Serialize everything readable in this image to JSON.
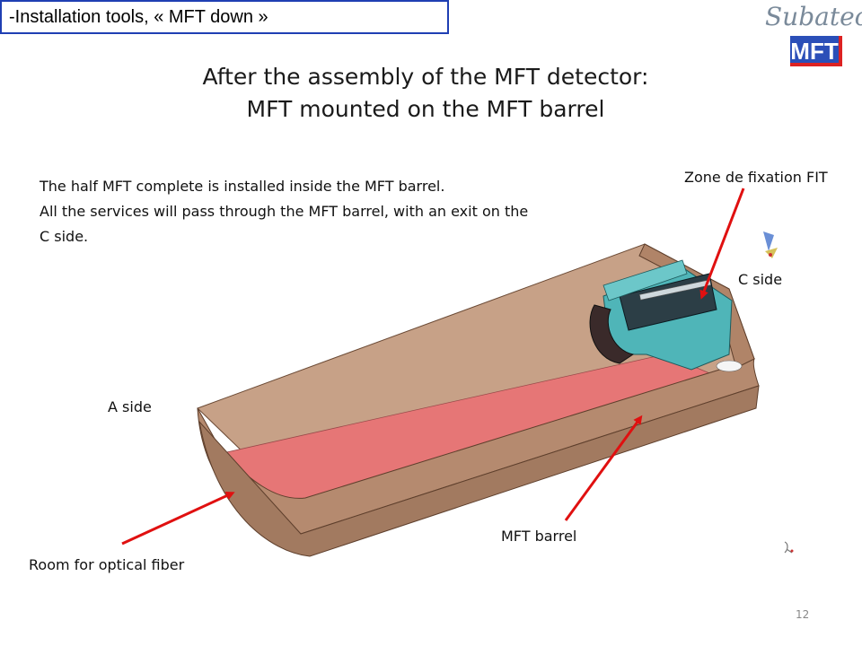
{
  "header": {
    "section_label": "-Installation tools, « MFT down »"
  },
  "logos": {
    "subatech_text": "Subatech",
    "mft_text": "MFT"
  },
  "title": {
    "line1": "After the assembly of the MFT detector:",
    "line2": "MFT mounted on the MFT barrel"
  },
  "body": {
    "line1": "The half MFT complete is installed inside the MFT barrel.",
    "line2": "All the services will pass through the MFT barrel, with an exit on the",
    "line3": "C side."
  },
  "labels": {
    "zone_fixation": "Zone de fixation FIT",
    "c_side": "C side",
    "a_side": "A side",
    "mft_barrel": "MFT barrel",
    "room_fiber": "Room for optical fiber"
  },
  "page_number": "12",
  "colors": {
    "arrow": "#e01010",
    "barrel_tan": "#b88f75",
    "barrel_inner": "#e07070",
    "detector_teal": "#4fb5b8",
    "frame_blue": "#1f3fb3"
  }
}
